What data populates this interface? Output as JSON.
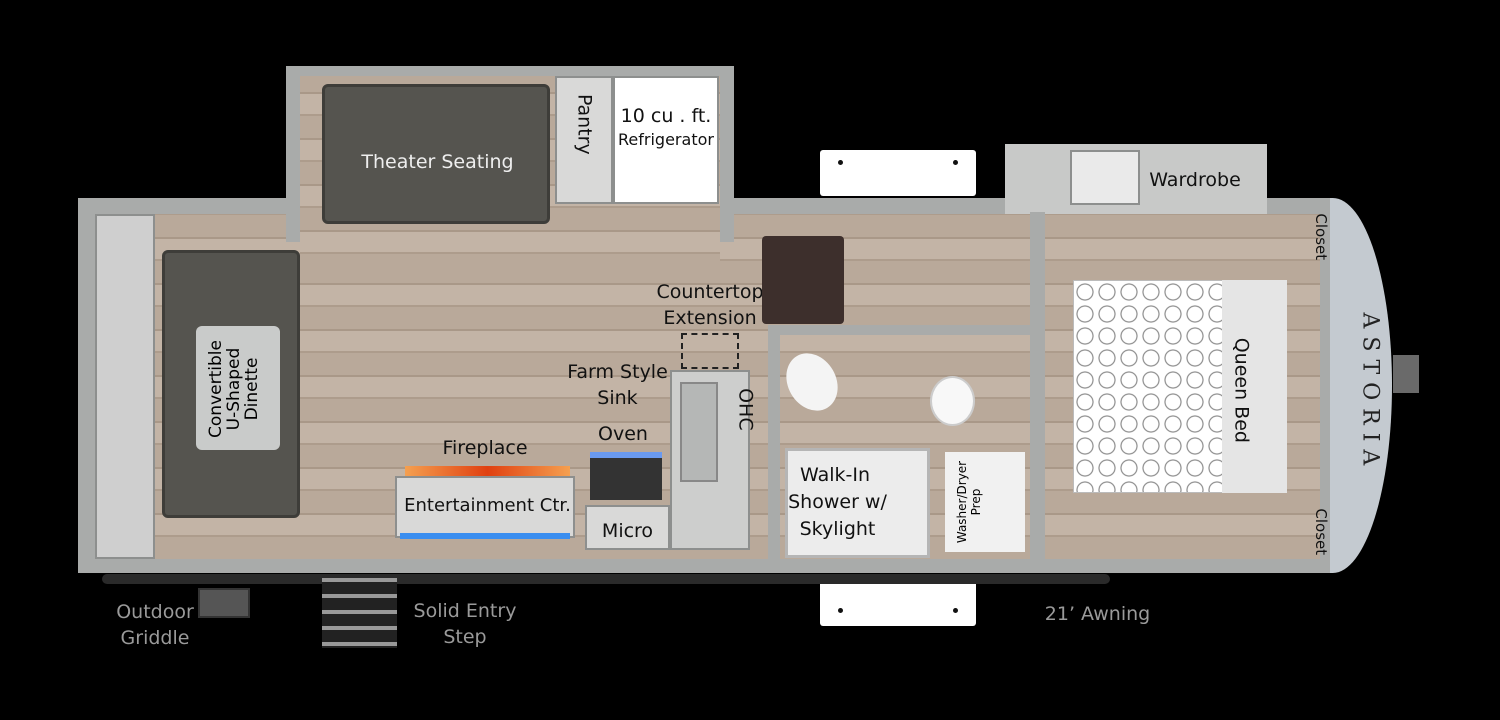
{
  "brand": "ASTORIA",
  "labels": {
    "theater_seating": "Theater Seating",
    "pantry": "Pantry",
    "refrigerator_line1": "10 cu . ft.",
    "refrigerator_line2": "Refrigerator",
    "wardrobe": "Wardrobe",
    "closet_top": "Closet",
    "closet_bottom": "Closet",
    "queen_bed": "Queen Bed",
    "countertop_line1": "Countertop",
    "countertop_line2": "Extension",
    "sink_line1": "Farm Style",
    "sink_line2": "Sink",
    "oven": "Oven",
    "ohc": "OHC",
    "fireplace": "Fireplace",
    "entertainment": "Entertainment Ctr.",
    "micro": "Micro",
    "dinette_line1": "Convertible",
    "dinette_line2": "U-Shaped",
    "dinette_line3": "Dinette",
    "shower_line1": "Walk-In",
    "shower_line2": "Shower w/",
    "shower_line3": "Skylight",
    "washer_line1": "Washer/Dryer",
    "washer_line2": "Prep",
    "griddle_line1": "Outdoor",
    "griddle_line2": "Griddle",
    "step_line1": "Solid Entry",
    "step_line2": "Step",
    "awning": "21’ Awning"
  }
}
